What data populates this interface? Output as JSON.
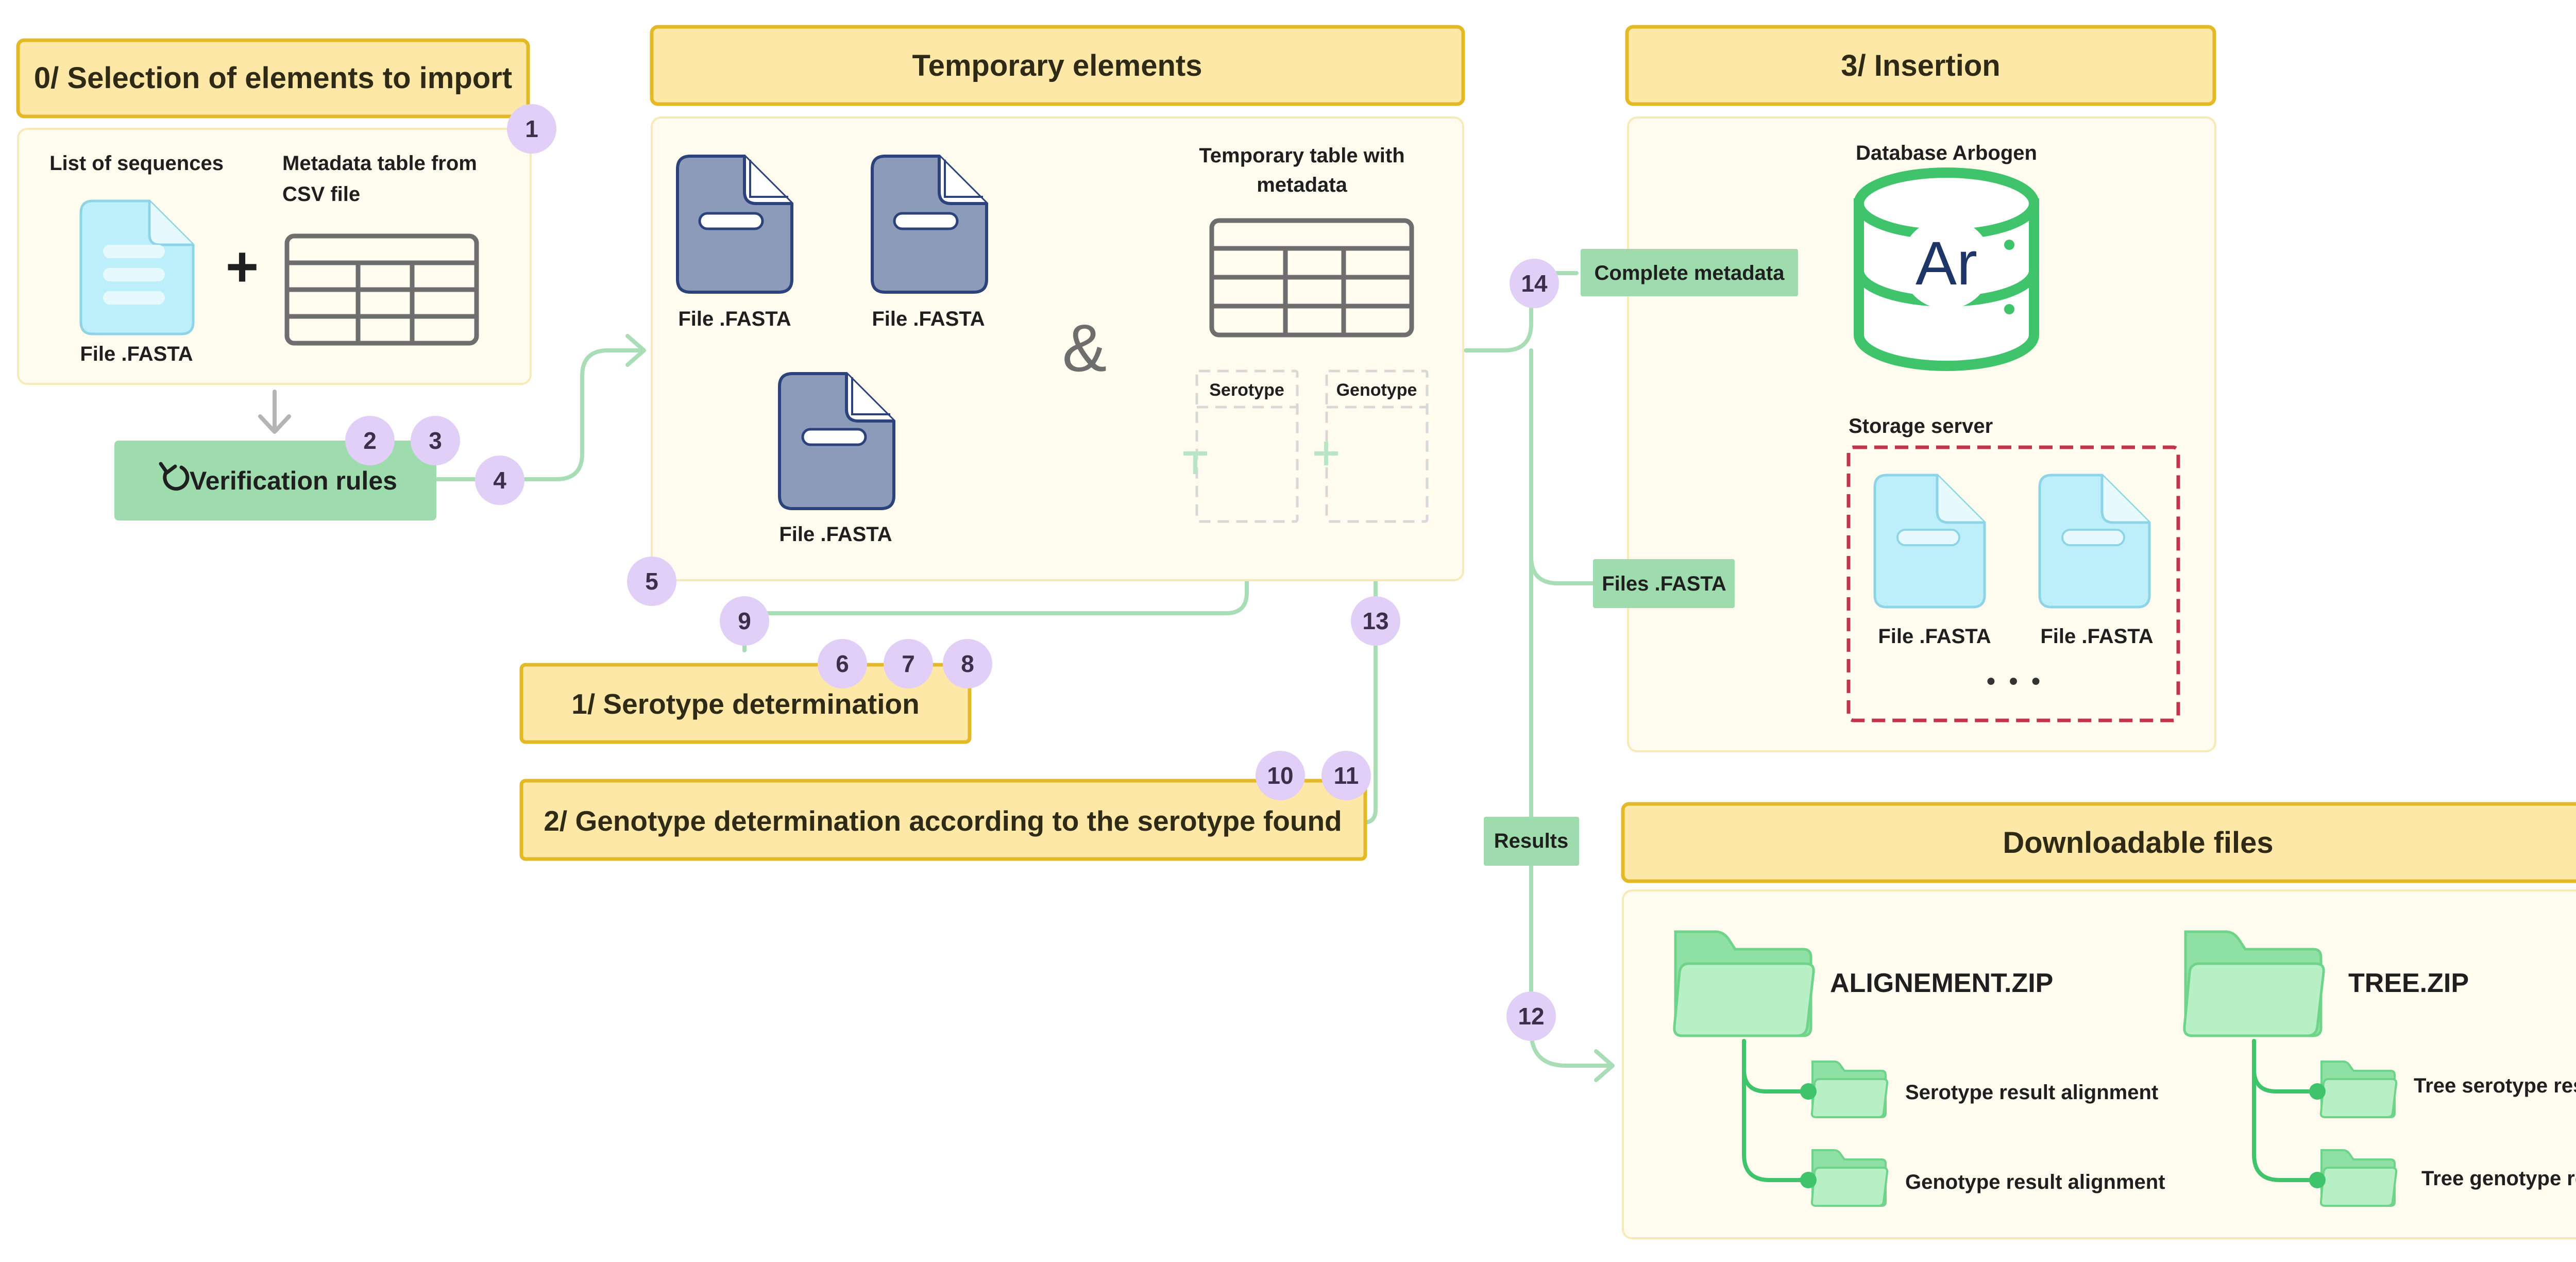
{
  "sections": {
    "selection": {
      "title": "0/ Selection of elements to import",
      "list_label": "List of sequences",
      "metadata_label_1": "Metadata table from",
      "metadata_label_2": "CSV file",
      "file_label": "File .FASTA",
      "plus": "+"
    },
    "verification": {
      "label": "Verification rules"
    },
    "temporary": {
      "title": "Temporary elements",
      "file_1": "File .FASTA",
      "file_2": "File .FASTA",
      "file_3": "File .FASTA",
      "ampersand": "&",
      "table_title_1": "Temporary table with",
      "table_title_2": "metadata",
      "serotype_col": "Serotype",
      "genotype_col": "Genotype"
    },
    "serotype": {
      "title": "1/ Serotype determination"
    },
    "genotype": {
      "title": "2/ Genotype determination according to the serotype found"
    },
    "insertion": {
      "title": "3/ Insertion",
      "database_label": "Database Arbogen",
      "database_logo": "Ar",
      "storage_label": "Storage server",
      "file_1": "File .FASTA",
      "file_2": "File .FASTA",
      "more": "• • •"
    },
    "downloads": {
      "title": "Downloadable files",
      "alignment_zip": "ALIGNEMENT.ZIP",
      "tree_zip": "TREE.ZIP",
      "serotype_alignment": "Serotype result alignment",
      "genotype_alignment": "Genotype result alignment",
      "tree_serotype": "Tree serotype result",
      "tree_genotype": "Tree genotype result"
    }
  },
  "flow_labels": {
    "complete_metadata": "Complete metadata",
    "files_fasta": "Files .FASTA",
    "results": "Results"
  },
  "badges": [
    "1",
    "2",
    "3",
    "4",
    "5",
    "6",
    "7",
    "8",
    "9",
    "10",
    "11",
    "12",
    "13",
    "14"
  ],
  "colors": {
    "section_header_fill": "#fde8a8",
    "section_header_border": "#e3b928",
    "panel_fill": "#fffbee",
    "panel_border": "#f7eab9",
    "flow_green": "#a8ddb5",
    "tag_green": "#9edcae",
    "db_green": "#3fc46b",
    "badge_purple": "#e2cff7",
    "file_blue": "#bdeffa",
    "file_dark": "#8d9bbb",
    "storage_border": "#c0344c"
  }
}
